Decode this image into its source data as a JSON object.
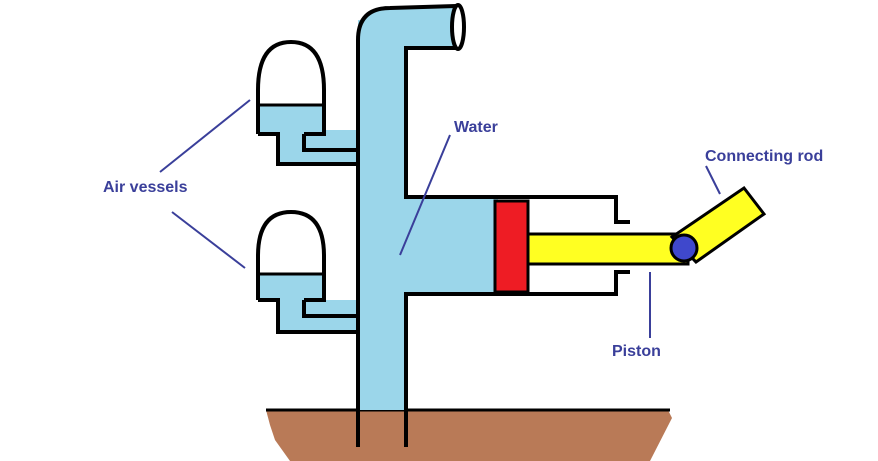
{
  "labels": {
    "air_vessels": "Air vessels",
    "water": "Water",
    "connecting_rod": "Connecting rod",
    "piston": "Piston"
  },
  "colors": {
    "water": "#9bd6ea",
    "piston": "#ee1c24",
    "rod": "#ffff22",
    "pin": "#3f48cc",
    "ground": "#b97a57",
    "label": "#3a3f9a"
  }
}
